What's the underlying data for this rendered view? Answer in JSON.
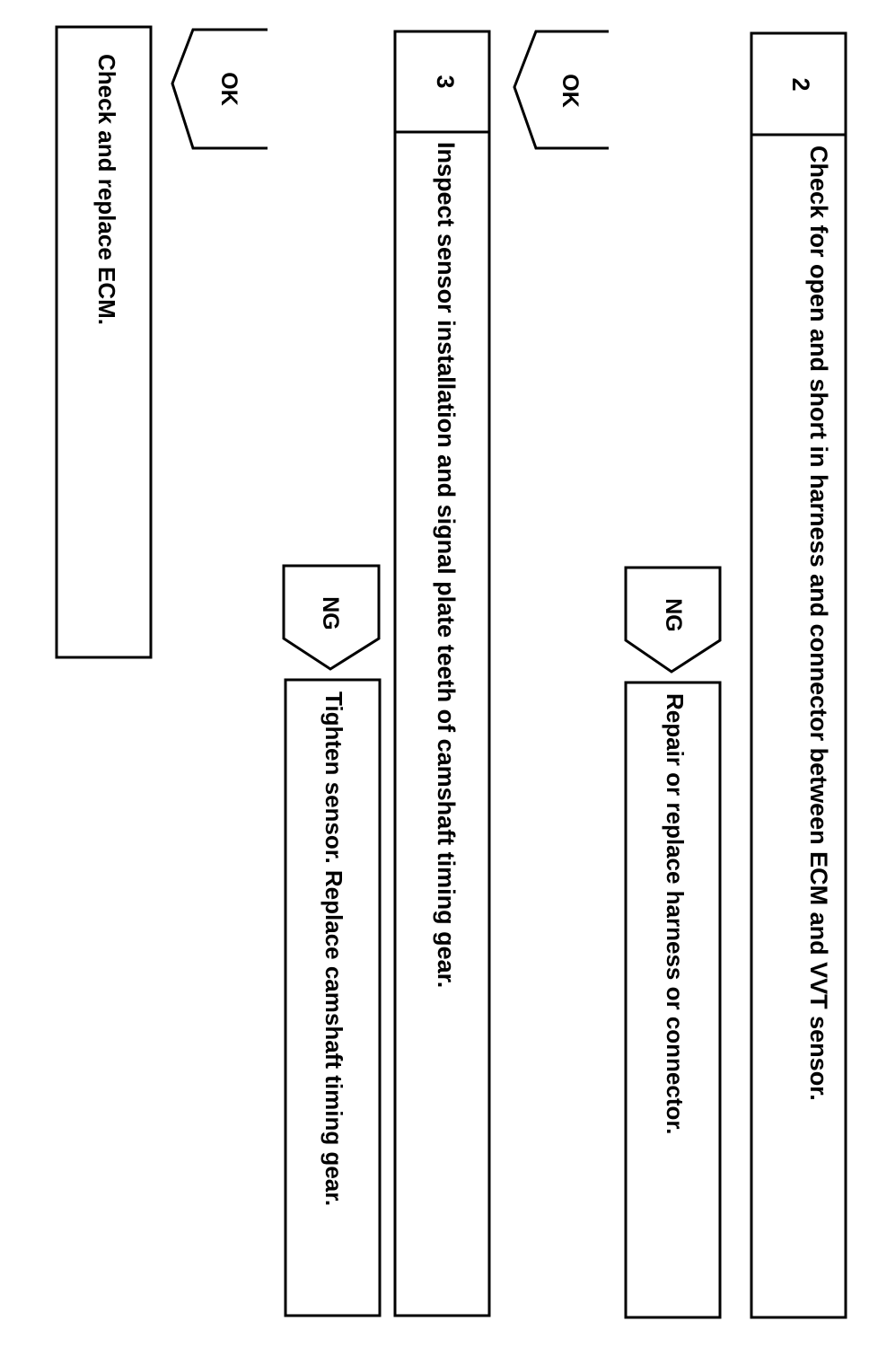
{
  "flowchart": {
    "steps": [
      {
        "number": "2",
        "text": "Check for open and short in harness and connector between ECM and VVT sensor."
      },
      {
        "number": "3",
        "text": "Inspect sensor installation and signal plate teeth of camshaft timing gear."
      }
    ],
    "ng_results": [
      "Repair or replace harness or connector.",
      "Tighten sensor. Replace camshaft timing gear."
    ],
    "final_action": "Check and replace ECM.",
    "flags": {
      "ok": "OK",
      "ng": "NG"
    }
  }
}
